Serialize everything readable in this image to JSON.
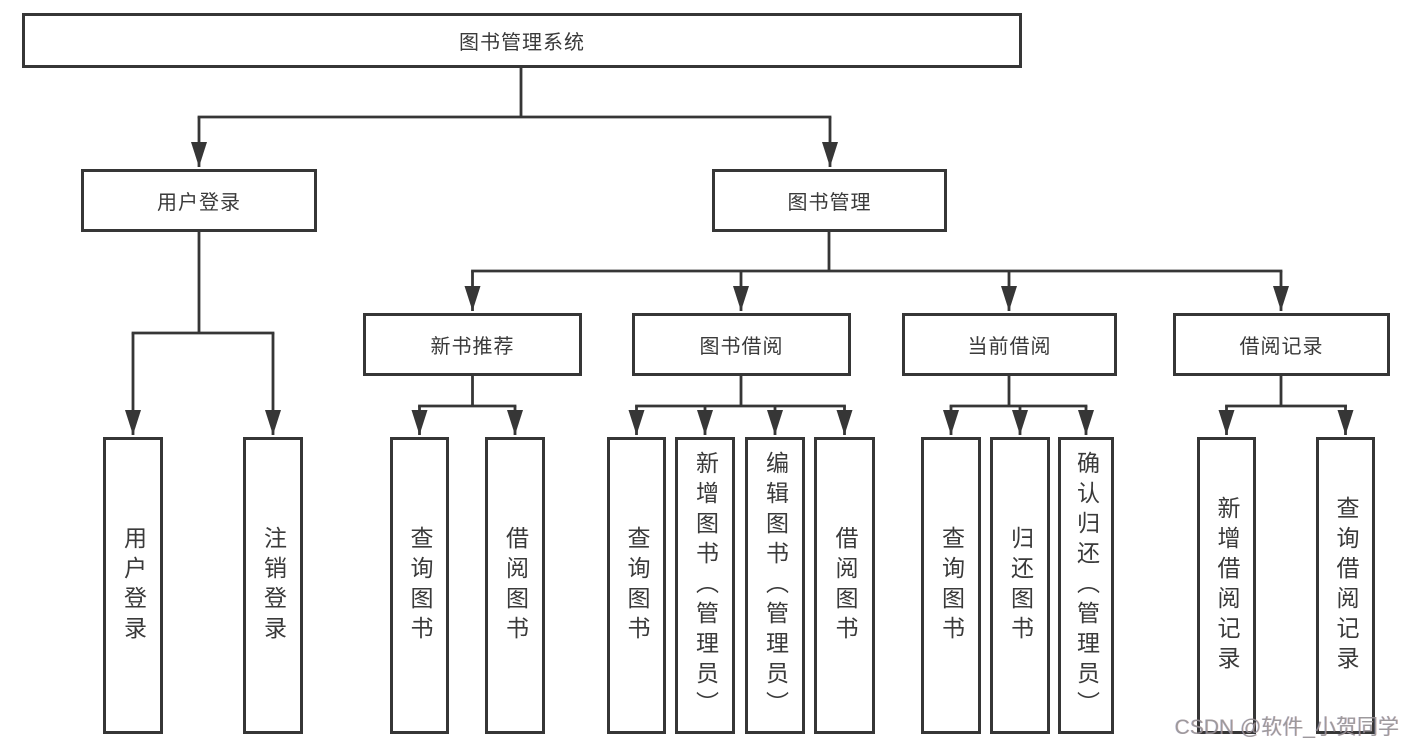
{
  "diagram_title": "图书管理系统",
  "tree": {
    "root": {
      "label": "图书管理系统",
      "children": [
        {
          "label": "用户登录",
          "children": [
            {
              "label": "用户登录"
            },
            {
              "label": "注销登录"
            }
          ]
        },
        {
          "label": "图书管理",
          "children": [
            {
              "label": "新书推荐",
              "children": [
                {
                  "label": "查询图书"
                },
                {
                  "label": "借阅图书"
                }
              ]
            },
            {
              "label": "图书借阅",
              "children": [
                {
                  "label": "查询图书"
                },
                {
                  "label": "新增图书（管理员）"
                },
                {
                  "label": "编辑图书（管理员）"
                },
                {
                  "label": "借阅图书"
                }
              ]
            },
            {
              "label": "当前借阅",
              "children": [
                {
                  "label": "查询图书"
                },
                {
                  "label": "归还图书"
                },
                {
                  "label": "确认归还（管理员）"
                }
              ]
            },
            {
              "label": "借阅记录",
              "children": [
                {
                  "label": "新增借阅记录"
                },
                {
                  "label": "查询借阅记录"
                }
              ]
            }
          ]
        }
      ]
    }
  },
  "watermark": {
    "text": "CSDN @软件_小贺同学"
  },
  "colors": {
    "line": "#363636",
    "text": "#3a3a3a",
    "background": "#ffffff",
    "watermark": "#949494"
  }
}
